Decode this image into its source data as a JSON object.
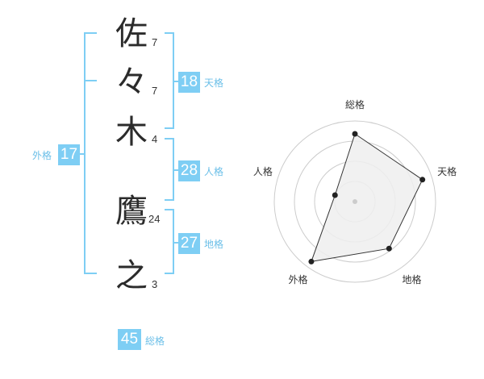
{
  "name": {
    "characters": [
      {
        "char": "佐",
        "strokes": "7"
      },
      {
        "char": "々",
        "strokes": "7"
      },
      {
        "char": "木",
        "strokes": "4"
      },
      {
        "char": "鷹",
        "strokes": "24"
      },
      {
        "char": "之",
        "strokes": "3"
      }
    ]
  },
  "kakusuu": {
    "tenkaku": {
      "value": "18",
      "label": "天格"
    },
    "jinkaku": {
      "value": "28",
      "label": "人格"
    },
    "chikaku": {
      "value": "27",
      "label": "地格"
    },
    "gaikaku": {
      "value": "17",
      "label": "外格"
    },
    "soukaku": {
      "value": "45",
      "label": "総格"
    }
  },
  "chart_data": {
    "type": "radar",
    "axes": [
      "総格",
      "天格",
      "地格",
      "外格",
      "人格"
    ],
    "values": [
      4.2,
      4.4,
      3.6,
      4.6,
      1.3
    ],
    "max": 5,
    "rings": 4,
    "colors": {
      "line": "#333333",
      "fill": "#eeeeee",
      "grid": "#cccccc"
    }
  },
  "colors": {
    "accent": "#7ecef4"
  }
}
